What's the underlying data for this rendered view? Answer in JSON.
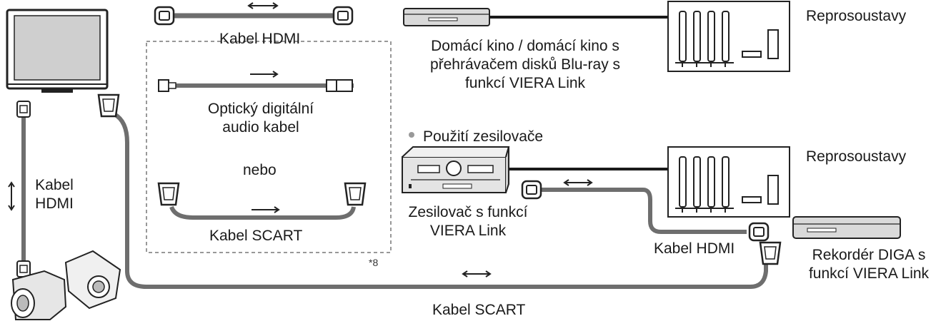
{
  "labels": {
    "hdmi_cable_top": "Kabel HDMI",
    "home_theater": [
      "Domácí kino / domácí kino s",
      "přehrávačem disků Blu-ray s",
      "funkcí VIERA Link"
    ],
    "speakers_top": "Reprosoustavy",
    "optical_cable": [
      "Optický digitální",
      "audio kabel"
    ],
    "or": "nebo",
    "scart_cable_inner": "Kabel SCART",
    "footnote": "*8",
    "amplifier_use": "Použití zesilovače",
    "speakers_bottom": "Reprosoustavy",
    "amplifier": [
      "Zesilovač s funkcí",
      "VIERA Link"
    ],
    "hdmi_cable_left": [
      "Kabel",
      "HDMI"
    ],
    "hdmi_cable_recorder": "Kabel HDMI",
    "recorder": [
      "Rekordér DIGA s",
      "funkcí VIERA Link"
    ],
    "scart_cable_bottom": "Kabel SCART"
  },
  "icons": {
    "tv": "tv-icon",
    "home_theater": "home-theater-icon",
    "speakers": "speaker-system-icon",
    "amplifier": "amplifier-icon",
    "recorder": "diga-recorder-icon",
    "camcorder": "camcorder-icon",
    "camera": "camera-icon"
  },
  "colors": {
    "cable": "#6e6e6e",
    "line": "#1a1a1a",
    "device": "#d9d9d9"
  }
}
